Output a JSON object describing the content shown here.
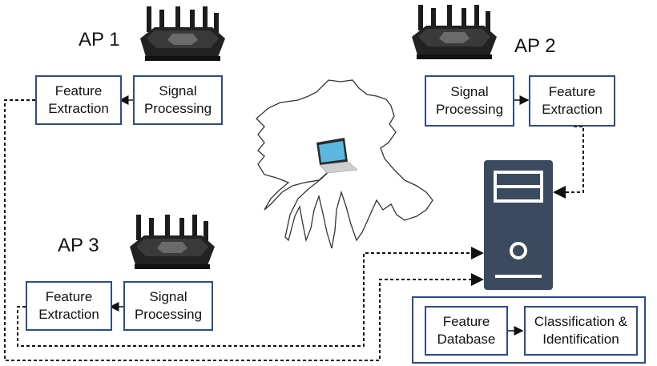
{
  "ap1": {
    "label": "AP 1",
    "feature": "Feature\nExtraction",
    "signal": "Signal\nProcessing"
  },
  "ap2": {
    "label": "AP 2",
    "feature": "Feature\nExtraction",
    "signal": "Signal\nProcessing"
  },
  "ap3": {
    "label": "AP 3",
    "feature": "Feature\nExtraction",
    "signal": "Signal\nProcessing"
  },
  "server": {
    "database": "Feature\nDatabase",
    "classification": "Classification &\nIdentification"
  },
  "colors": {
    "box_border": "#2e4b8a",
    "server_fill": "#3b4a5e",
    "router": "#1c1c1c"
  }
}
